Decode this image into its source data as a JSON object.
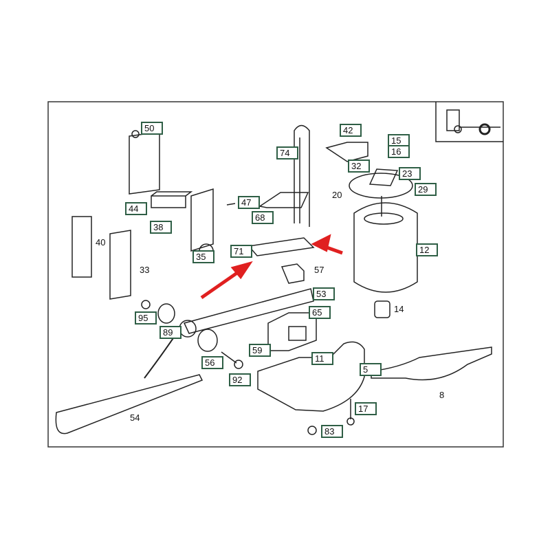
{
  "colors": {
    "frame": "#333333",
    "label_border": "#2e5e45",
    "arrow": "#e02020"
  },
  "labels": {
    "p50": "50",
    "p44": "44",
    "p38": "38",
    "p40": "40",
    "p33": "33",
    "p35": "35",
    "p47": "47",
    "p68": "68",
    "p74": "74",
    "p42": "42",
    "p15": "15",
    "p16": "16",
    "p32": "32",
    "p23": "23",
    "p20": "20",
    "p29": "29",
    "p12": "12",
    "p71": "71",
    "p57": "57",
    "p53": "53",
    "p14": "14",
    "p65": "65",
    "p95": "95",
    "p89": "89",
    "p59": "59",
    "p11": "11",
    "p5": "5",
    "p56": "56",
    "p92": "92",
    "p8": "8",
    "p54": "54",
    "p17": "17",
    "p83": "83"
  }
}
